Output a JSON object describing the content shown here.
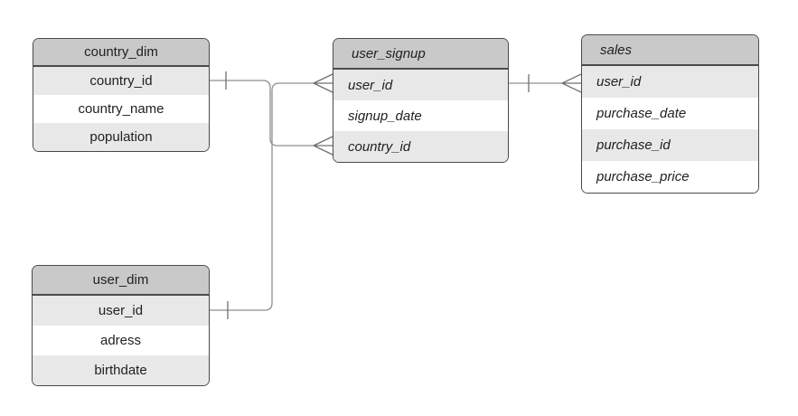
{
  "diagram": {
    "type": "entity-relationship",
    "entities": [
      {
        "id": "country_dim",
        "title": "country_dim",
        "style": "centered",
        "rows": [
          "country_id",
          "country_name",
          "population"
        ]
      },
      {
        "id": "user_signup",
        "title": "user_signup",
        "style": "italic-left",
        "rows": [
          "user_id",
          "signup_date",
          "country_id"
        ]
      },
      {
        "id": "sales",
        "title": "sales",
        "style": "italic-left",
        "rows": [
          "user_id",
          "purchase_date",
          "purchase_id",
          "purchase_price"
        ]
      },
      {
        "id": "user_dim",
        "title": "user_dim",
        "style": "centered",
        "rows": [
          "user_id",
          "adress",
          "birthdate"
        ]
      }
    ],
    "relationships": [
      {
        "from": "country_dim.country_id",
        "to": "user_signup.country_id",
        "from_cardinality": "one",
        "to_cardinality": "many"
      },
      {
        "from": "user_dim.user_id",
        "to": "user_signup.user_id",
        "from_cardinality": "one",
        "to_cardinality": "many"
      },
      {
        "from": "user_signup.user_id",
        "to": "sales.user_id",
        "from_cardinality": "one",
        "to_cardinality": "many"
      }
    ],
    "colors": {
      "header_bg": "#c9c9c9",
      "alt_row_bg": "#e8e8e8",
      "row_bg": "#ffffff",
      "entity_border": "#4a4a4a",
      "connector": "#8f8f8f",
      "text": "#212121",
      "background": "#ffffff"
    }
  }
}
